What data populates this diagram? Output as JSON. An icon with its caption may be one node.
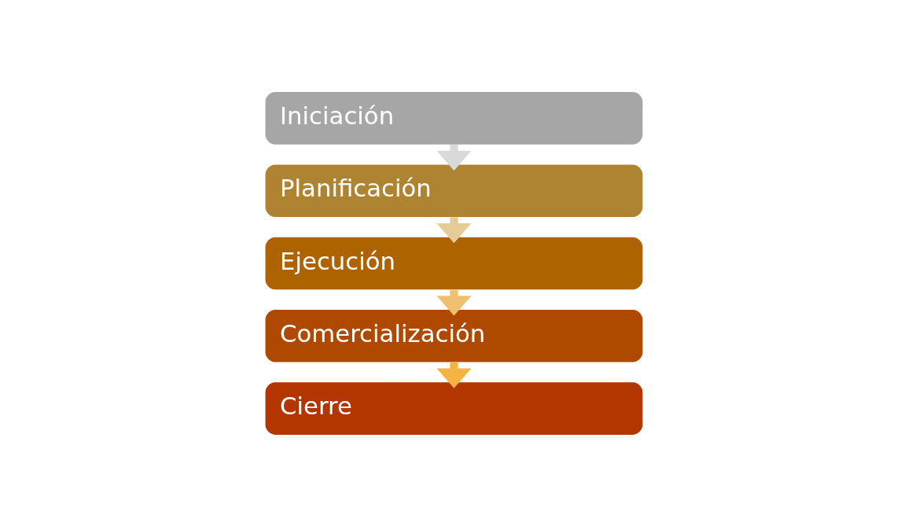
{
  "diagram": {
    "nodes": [
      {
        "text": [
          "Iniciación"
        ]
      },
      {
        "text": [
          "Planificación"
        ]
      },
      {
        "text": [
          "Ejecución"
        ]
      },
      {
        "text": [
          "Comercialización"
        ]
      },
      {
        "text": [
          "Cierre"
        ]
      }
    ],
    "edges": [
      {
        "from": 0,
        "to": 1,
        "arrow": "to",
        "color": "#d9d9d9"
      },
      {
        "from": 1,
        "to": 2,
        "arrow": "to",
        "color": "#e3cc98"
      },
      {
        "from": 2,
        "to": 3,
        "arrow": "to",
        "color": "#efc070"
      },
      {
        "from": 3,
        "to": 4,
        "arrow": "to",
        "color": "#f5b342"
      }
    ]
  }
}
